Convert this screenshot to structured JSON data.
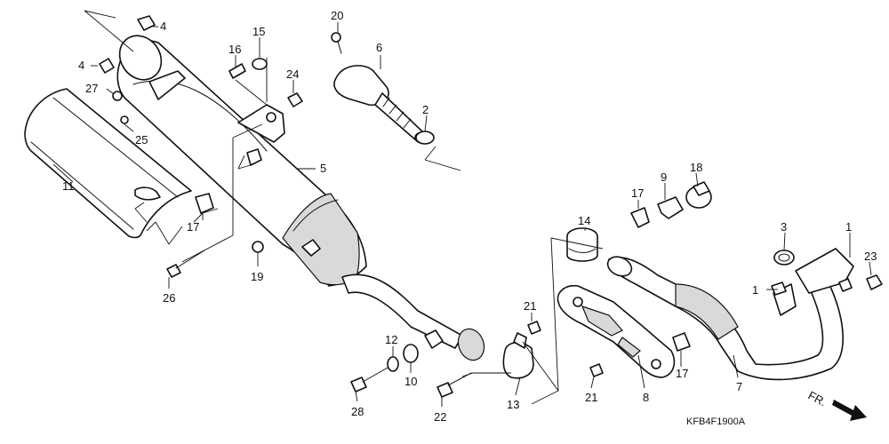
{
  "callouts": [
    "1",
    "1",
    "2",
    "3",
    "4",
    "4",
    "5",
    "6",
    "7",
    "8",
    "9",
    "11",
    "10",
    "12",
    "13",
    "14",
    "15",
    "16",
    "17",
    "17",
    "17",
    "18",
    "19",
    "20",
    "21",
    "21",
    "22",
    "23",
    "24",
    "25",
    "26",
    "27",
    "28"
  ],
  "direction_label": "FR.",
  "diagram_code": "KFB4F1900A",
  "colors": {
    "ink": "#111111",
    "background": "#ffffff",
    "shade": "#d9d9d9"
  }
}
